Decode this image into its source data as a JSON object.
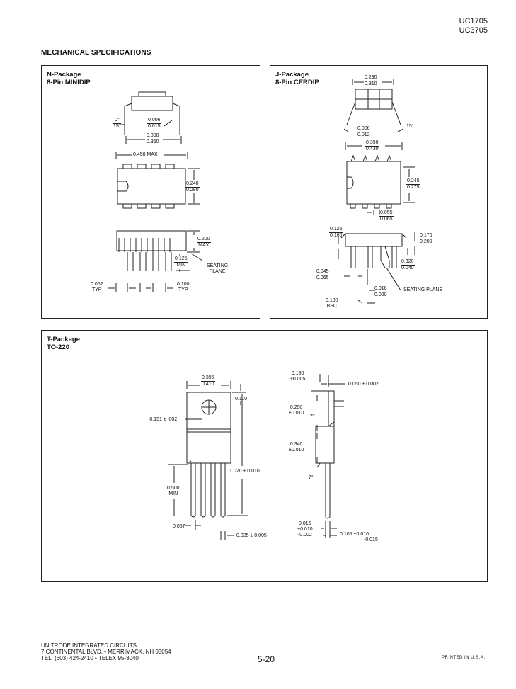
{
  "header": {
    "part1": "UC1705",
    "part2": "UC3705"
  },
  "title": "MECHANICAL SPECIFICATIONS",
  "n_package": {
    "name": "N-Package",
    "type": "8-Pin MINIDIP",
    "angle": {
      "n": "0°",
      "d": "15°"
    },
    "lead_thk": {
      "n": "0.006",
      "d": "0.015"
    },
    "row_span": {
      "n": "0.300",
      "d": "0.350"
    },
    "length_max": "0.450 MAX",
    "width": {
      "n": "0.240",
      "d": "0.280"
    },
    "height_max": {
      "n": "0.200",
      "d": "MAX"
    },
    "lead_min": {
      "n": "0.125",
      "d": "MIN"
    },
    "seating": {
      "l1": "SEATING",
      "l2": "PLANE"
    },
    "lead_w": {
      "n": "0.062",
      "d": "TYP"
    },
    "pitch": {
      "n": "0.100",
      "d": "TYP"
    }
  },
  "j_package": {
    "name": "J-Package",
    "type": "8-Pin CERDIP",
    "body_w": {
      "n": "0.290",
      "d": "0.310"
    },
    "lead_thk": {
      "n": "0.006",
      "d": "0.012"
    },
    "angle": "15°",
    "row_span": {
      "n": "0.390",
      "d": "0.430"
    },
    "width": {
      "n": "0.245",
      "d": "0.275"
    },
    "lead_w": {
      "n": "0.055",
      "d": "0.065"
    },
    "shoulder": {
      "n": "0.125",
      "d": "0.160"
    },
    "height": {
      "n": "0.170",
      "d": "0.200"
    },
    "standoff": {
      "n": "0.020",
      "d": "0.040"
    },
    "end_lead": {
      "n": "0.045",
      "d": "0.065"
    },
    "pin_w": {
      "n": "0.016",
      "d": "0.020"
    },
    "seating": "SEATING PLANE",
    "pitch": {
      "n": "0.100",
      "d": "BSC"
    }
  },
  "t_package": {
    "name": "T-Package",
    "type": "TO-220",
    "tab_w": {
      "n": "0.395",
      "d": "0.410"
    },
    "hole_to_top": "0.110",
    "hole_dia": "'0.151 ± .002",
    "overall_len": "1.020 ± 0.010",
    "lead_min": {
      "n": "0.500",
      "d": "MIN"
    },
    "lead_w": "0.067",
    "lead_thk": "0.035 ± 0.005",
    "depth": {
      "n": "0.180",
      "d": "±0.005"
    },
    "tab_thk": "0.050 ± 0.002",
    "bend_top": {
      "n": "0.250",
      "d": "±0.010"
    },
    "angle1": "7°",
    "body_len": {
      "n": "0.340",
      "d": "±0.010"
    },
    "angle2": "7°",
    "lead_offset": {
      "l1": "0.015",
      "l2": "+0.010",
      "l3": "-0.002"
    },
    "lead_spacing": {
      "l1": "0.105 +0.010",
      "l2": "-0.015"
    }
  },
  "footer": {
    "line1": "UNITRODE INTEGRATED CIRCUITS",
    "line2": "7 CONTINENTAL BLVD. • MERRIMACK, NH 03054",
    "line3": "TEL. (603) 424-2410 • TELEX 95-3040",
    "page": "5-20",
    "printed": "PRINTED IN U.S.A."
  }
}
